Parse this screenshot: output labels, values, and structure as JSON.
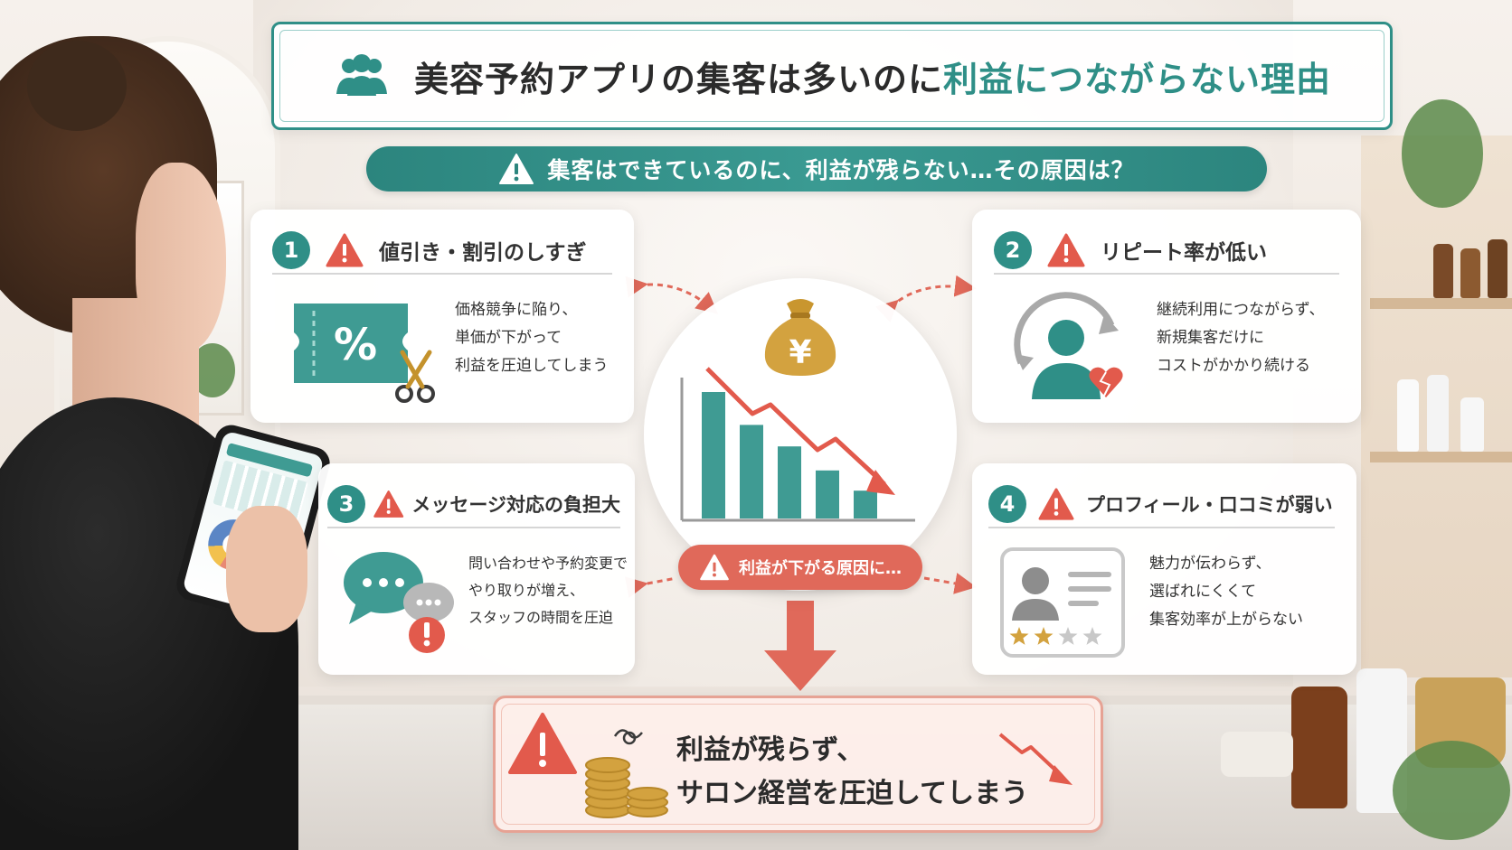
{
  "title": {
    "prefix": "美容予約アプリの集客は多いのに",
    "highlight": "利益につながらない理由",
    "icon": "people-group-icon"
  },
  "banner": {
    "text": "集客はできているのに、利益が残らない…その原因は？",
    "icon": "warning-icon"
  },
  "reasons": [
    {
      "number": "1",
      "title": "値引き・割引のしすぎ",
      "lines": [
        "価格競争に陥り、",
        "単価が下がって",
        "利益を圧迫してしまう"
      ],
      "icon": "discount-coupon-scissors-icon"
    },
    {
      "number": "2",
      "title": "リピート率が低い",
      "lines": [
        "継続利用につながらず、",
        "新規集客だけに",
        "コストがかかり続ける"
      ],
      "icon": "customer-cycle-broken-heart-icon"
    },
    {
      "number": "3",
      "title": "メッセージ対応の負担大",
      "lines": [
        "問い合わせや予約変更で",
        "やり取りが増え、",
        "スタッフの時間を圧迫"
      ],
      "icon": "chat-bubbles-alert-icon"
    },
    {
      "number": "4",
      "title": "プロフィール・口コミが弱い",
      "lines": [
        "魅力が伝わらず、",
        "選ばれにくくて",
        "集客効率が上がらない"
      ],
      "icon": "profile-card-stars-icon",
      "rating": {
        "filled": 2,
        "total": 4
      }
    }
  ],
  "center": {
    "badge": "利益が下がる原因に…",
    "icon": "yen-money-bag-icon",
    "bars": [
      100,
      74,
      57,
      38,
      22
    ]
  },
  "result": {
    "lines": [
      "利益が残らず、",
      "サロン経営を圧迫してしまう"
    ],
    "icon": "coins-warning-icon"
  },
  "colors": {
    "teal": "#2f8f87",
    "coral": "#e0695a",
    "warning_red": "#e25a4c",
    "gold": "#d3a23f"
  }
}
